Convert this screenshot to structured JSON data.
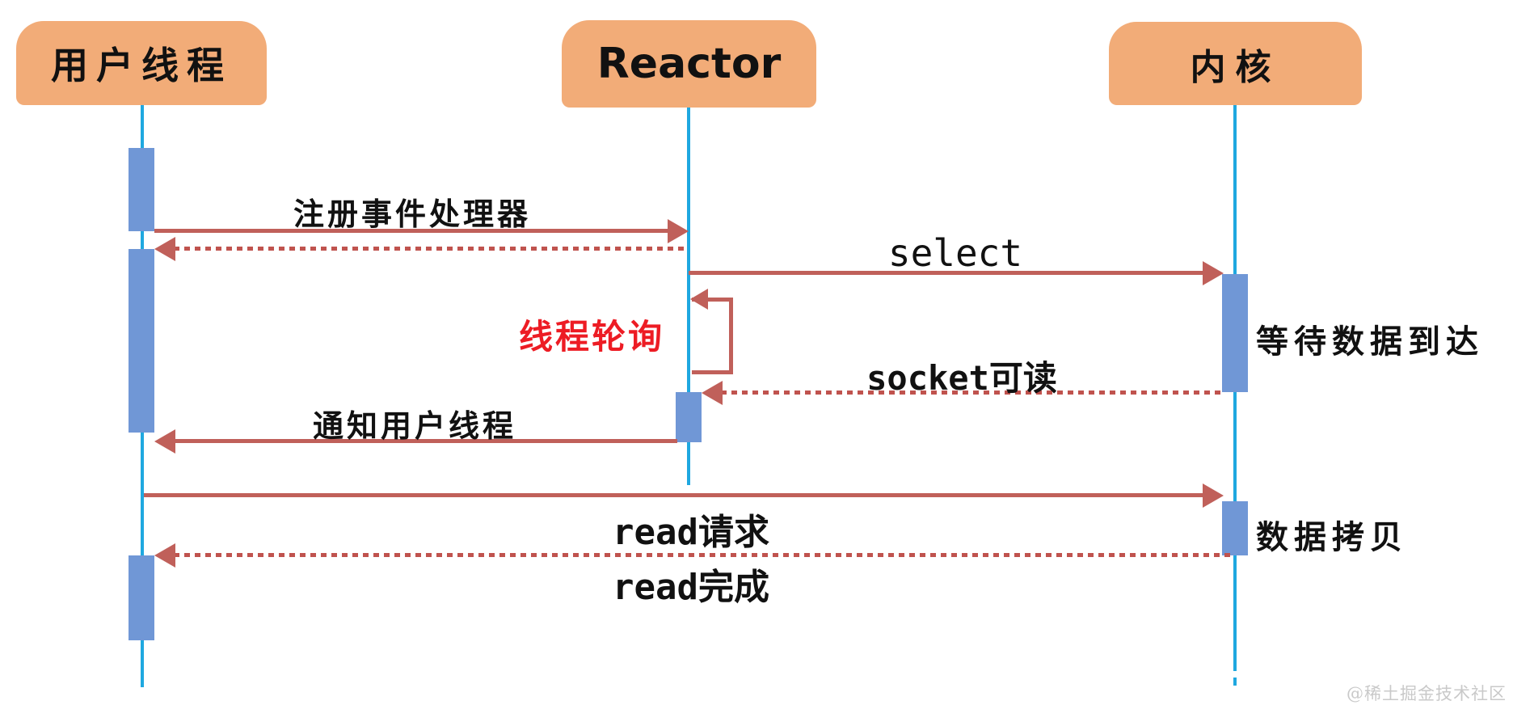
{
  "diagram": {
    "participants": [
      {
        "label": "用户线程"
      },
      {
        "label": "Reactor"
      },
      {
        "label": "内核"
      }
    ],
    "messages": [
      {
        "label": "注册事件处理器",
        "from": "用户线程",
        "to": "Reactor",
        "line": "solid"
      },
      {
        "label": "",
        "from": "Reactor",
        "to": "用户线程",
        "line": "dashed"
      },
      {
        "label": "select",
        "from": "Reactor",
        "to": "内核",
        "line": "solid"
      },
      {
        "label": "线程轮询",
        "type": "self-loop",
        "on": "Reactor",
        "line": "solid",
        "color": "#ed1c24"
      },
      {
        "label": "socket可读",
        "from": "内核",
        "to": "Reactor",
        "line": "dashed"
      },
      {
        "label": "通知用户线程",
        "from": "Reactor",
        "to": "用户线程",
        "line": "solid"
      },
      {
        "label": "read请求",
        "from": "用户线程",
        "to": "内核",
        "line": "solid"
      },
      {
        "label": "read完成",
        "from": "内核",
        "to": "用户线程",
        "line": "dashed"
      }
    ],
    "side_notes": [
      {
        "label": "等待数据到达"
      },
      {
        "label": "数据拷贝"
      }
    ],
    "watermark": "@稀土掘金技术社区",
    "colors": {
      "participant_fill": "#f2ac78",
      "lifeline": "#1fa8e0",
      "activation": "#7097d6",
      "arrow": "#c0605a",
      "loop_label_text": "#ed1c24",
      "watermark_text": "#c9c9c9"
    }
  }
}
